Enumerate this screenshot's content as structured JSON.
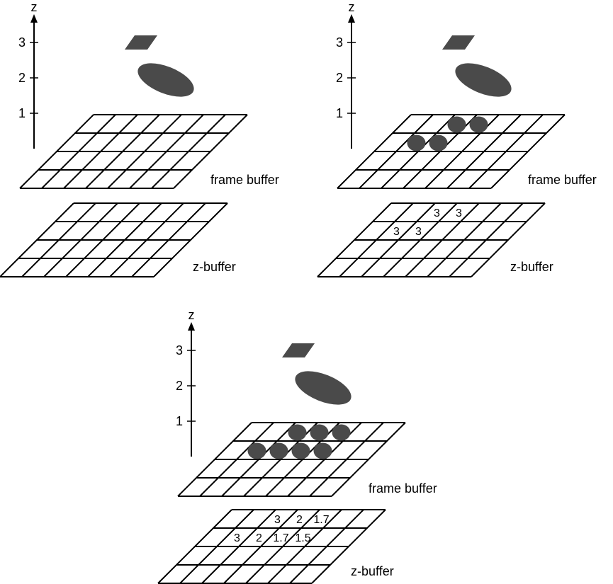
{
  "colors": {
    "line": "#000000",
    "shape": "#4a4a4a",
    "background": "#ffffff"
  },
  "panels": [
    {
      "axis": {
        "label": "z",
        "ticks": [
          "1",
          "2",
          "3"
        ]
      },
      "frame_buffer": {
        "label": "frame buffer",
        "dots": []
      },
      "z_buffer": {
        "label": "z-buffer",
        "values": []
      }
    },
    {
      "axis": {
        "label": "z",
        "ticks": [
          "1",
          "2",
          "3"
        ]
      },
      "frame_buffer": {
        "label": "frame buffer",
        "dots": [
          {
            "row": 0,
            "col": 2
          },
          {
            "row": 0,
            "col": 3
          },
          {
            "row": 1,
            "col": 1
          },
          {
            "row": 1,
            "col": 2
          }
        ]
      },
      "z_buffer": {
        "label": "z-buffer",
        "values": [
          {
            "row": 0,
            "col": 2,
            "text": "3"
          },
          {
            "row": 0,
            "col": 3,
            "text": "3"
          },
          {
            "row": 1,
            "col": 1,
            "text": "3"
          },
          {
            "row": 1,
            "col": 2,
            "text": "3"
          }
        ]
      }
    },
    {
      "axis": {
        "label": "z",
        "ticks": [
          "1",
          "2",
          "3"
        ]
      },
      "frame_buffer": {
        "label": "frame buffer",
        "dots": [
          {
            "row": 0,
            "col": 2
          },
          {
            "row": 0,
            "col": 3
          },
          {
            "row": 0,
            "col": 4
          },
          {
            "row": 1,
            "col": 1
          },
          {
            "row": 1,
            "col": 2
          },
          {
            "row": 1,
            "col": 3
          },
          {
            "row": 1,
            "col": 4
          }
        ]
      },
      "z_buffer": {
        "label": "z-buffer",
        "values": [
          {
            "row": 0,
            "col": 2,
            "text": "3"
          },
          {
            "row": 0,
            "col": 3,
            "text": "2"
          },
          {
            "row": 0,
            "col": 4,
            "text": "1.7"
          },
          {
            "row": 1,
            "col": 1,
            "text": "3"
          },
          {
            "row": 1,
            "col": 2,
            "text": "2"
          },
          {
            "row": 1,
            "col": 3,
            "text": "1.7"
          },
          {
            "row": 1,
            "col": 4,
            "text": "1.5"
          }
        ]
      }
    }
  ]
}
